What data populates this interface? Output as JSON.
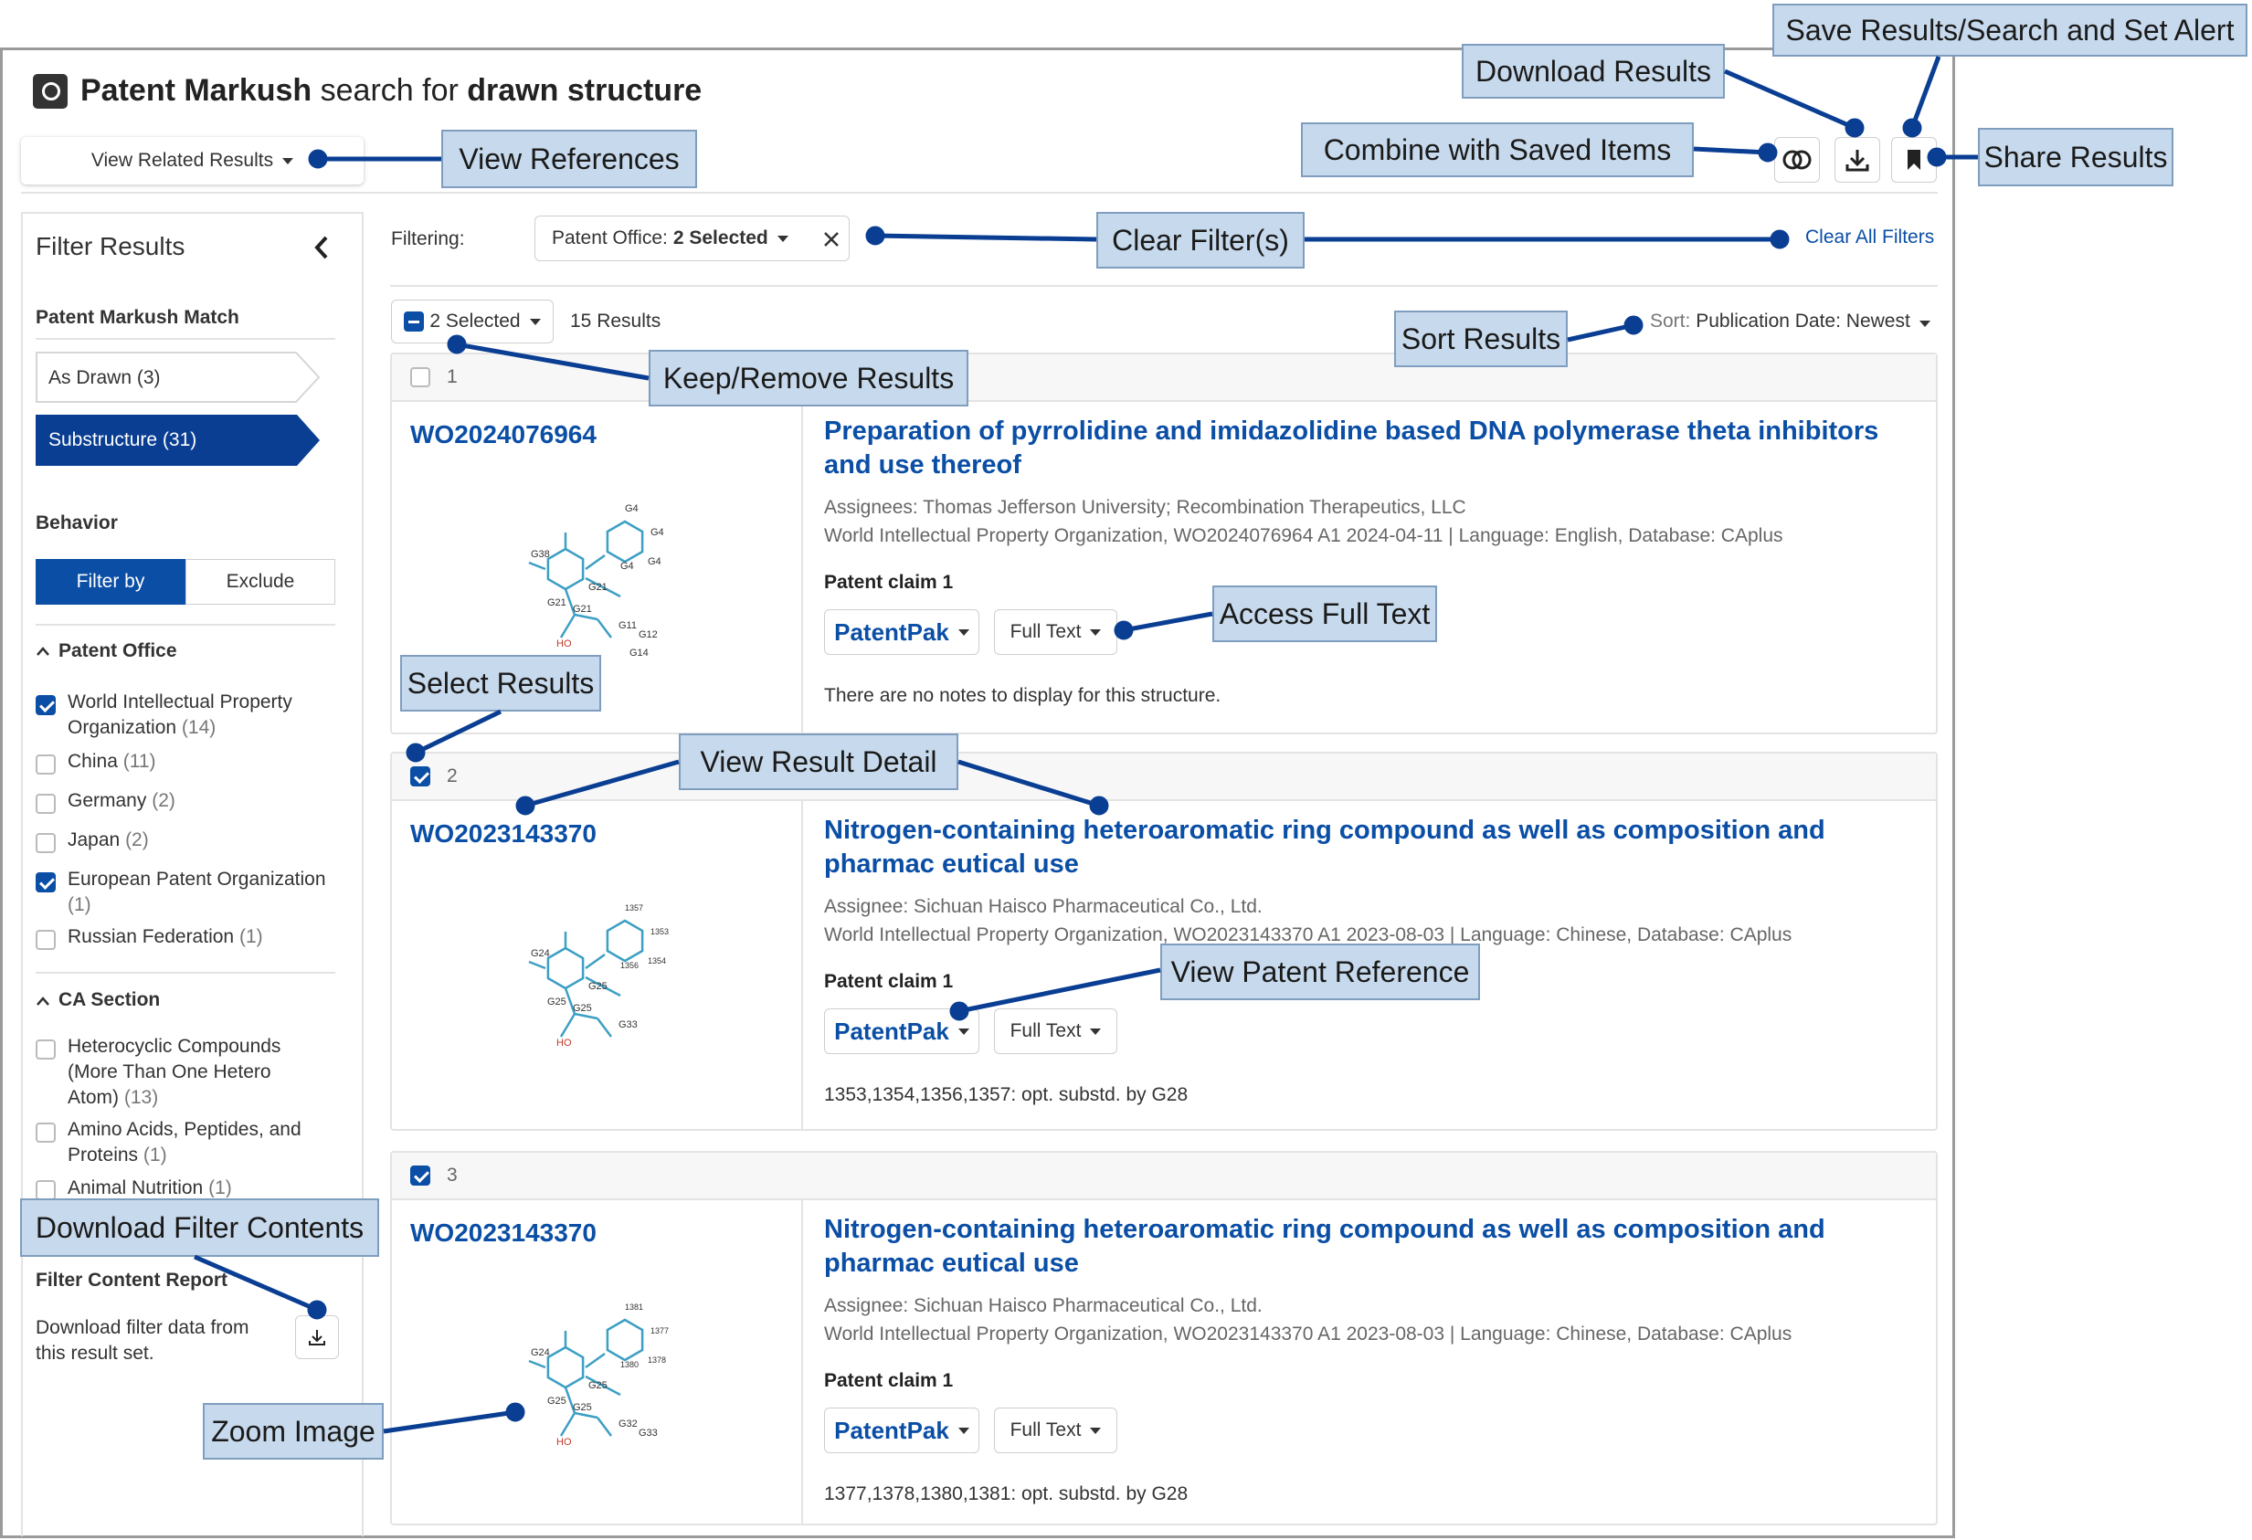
{
  "header": {
    "title_parts": [
      "Patent Markush",
      " search for ",
      "drawn structure"
    ]
  },
  "toolbar": {
    "related_label": "View Related Results",
    "filtering_label": "Filtering:",
    "filter_chip_prefix": "Patent Office: ",
    "filter_chip_value": "2 Selected",
    "clear_all": "Clear All Filters",
    "selected_label": "2 Selected",
    "results_count": "15 Results",
    "sort_prefix": "Sort: ",
    "sort_value": "Publication Date: Newest"
  },
  "sidebar": {
    "title": "Filter Results",
    "markush_heading": "Patent Markush Match",
    "as_drawn": "As Drawn (3)",
    "substructure": "Substructure (31)",
    "behavior_heading": "Behavior",
    "filter_by": "Filter by",
    "exclude": "Exclude",
    "office_heading": "Patent Office",
    "offices": [
      {
        "label": "World Intellectual Property Organization",
        "count": "(14)",
        "checked": true
      },
      {
        "label": "China",
        "count": "(11)",
        "checked": false
      },
      {
        "label": "Germany",
        "count": "(2)",
        "checked": false
      },
      {
        "label": "Japan",
        "count": "(2)",
        "checked": false
      },
      {
        "label": "European Patent Organization",
        "count": "(1)",
        "checked": true
      },
      {
        "label": "Russian Federation",
        "count": "(1)",
        "checked": false
      }
    ],
    "ca_heading": "CA Section",
    "ca_sections": [
      {
        "label": "Heterocyclic Compounds (More Than One Hetero Atom)",
        "count": "(13)"
      },
      {
        "label": "Amino Acids, Peptides, and Proteins",
        "count": "(1)"
      },
      {
        "label": "Animal Nutrition",
        "count": "(1)"
      }
    ],
    "report_heading": "Filter Content Report",
    "report_text": "Download filter data from this result set."
  },
  "results": [
    {
      "index": "1",
      "id": "WO2024076964",
      "title": "Preparation of pyrrolidine and imidazolidine based DNA polymerase theta inhibitors and use thereof",
      "meta1": "Assignees: Thomas Jefferson University; Recombination Therapeutics, LLC",
      "meta2": "World Intellectual Property Organization, WO2024076964 A1 2024-04-11 | Language: English, Database: CAplus",
      "claim": "Patent claim 1",
      "note": "There are no notes to display for this structure."
    },
    {
      "index": "2",
      "id": "WO2023143370",
      "title": "Nitrogen-containing heteroaromatic ring compound as well as composition and pharmac eutical use",
      "meta1": "Assignee: Sichuan Haisco Pharmaceutical Co., Ltd.",
      "meta2": "World Intellectual Property Organization, WO2023143370 A1 2023-08-03 | Language: Chinese, Database: CAplus",
      "claim": "Patent claim 1",
      "note": "1353,1354,1356,1357: opt. substd. by G28"
    },
    {
      "index": "3",
      "id": "WO2023143370",
      "title": "Nitrogen-containing heteroaromatic ring compound as well as composition and pharmac eutical use",
      "meta1": "Assignee: Sichuan Haisco Pharmaceutical Co., Ltd.",
      "meta2": "World Intellectual Property Organization, WO2023143370 A1 2023-08-03 | Language: Chinese, Database: CAplus",
      "claim": "Patent claim 1",
      "note": "1377,1378,1380,1381: opt. substd. by G28"
    }
  ],
  "buttons": {
    "patentpak": "PatentPak",
    "fulltext": "Full Text"
  },
  "callouts": {
    "save": "Save Results/Search and Set Alert",
    "download": "Download Results",
    "combine": "Combine with Saved Items",
    "share": "Share Results",
    "references": "View References",
    "clear_filters": "Clear Filter(s)",
    "sort": "Sort Results",
    "keep_remove": "Keep/Remove Results",
    "access_full": "Access Full Text",
    "select": "Select Results",
    "detail": "View Result Detail",
    "patent_ref": "View Patent Reference",
    "download_filter": "Download Filter Contents",
    "zoom": "Zoom Image"
  },
  "molecules": {
    "m1_labels": [
      "G4",
      "G4",
      "G4",
      "G4",
      "G38",
      "G21",
      "G21",
      "G21",
      "HO",
      "G11",
      "G12",
      "G14"
    ],
    "m2_labels": [
      "1357",
      "1353",
      "1354",
      "1356",
      "G24",
      "G25",
      "G25",
      "G25",
      "HO",
      "G33"
    ],
    "m3_labels": [
      "1381",
      "1377",
      "1378",
      "1380",
      "G24",
      "G25",
      "G25",
      "G25",
      "HO",
      "G32",
      "G33"
    ]
  },
  "colors": {
    "accent": "#0a4ea5",
    "callout_bg": "#c7d9ec",
    "molecule": "#3c9fc4"
  }
}
